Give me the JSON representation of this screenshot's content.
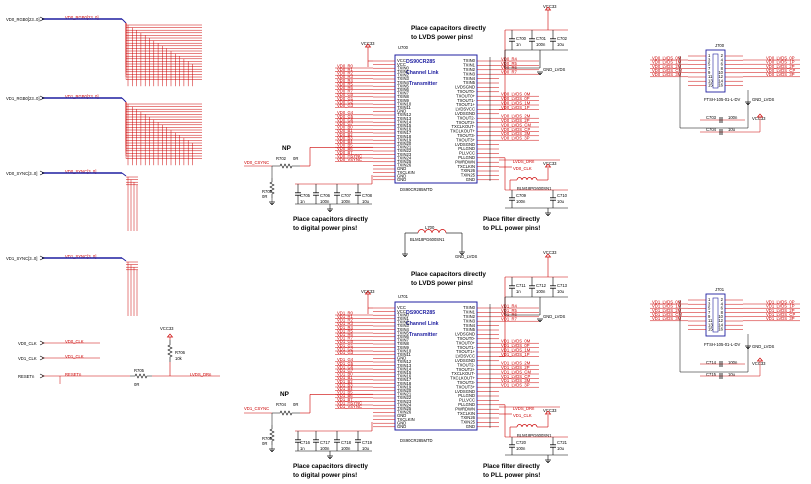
{
  "colors": {
    "wire": "#cc0000",
    "bus": "#1f1fa0",
    "chip_outline": "#1f1fa0",
    "power": "#cc0000",
    "text": "#000000"
  },
  "left_buses": [
    {
      "port": "VD0_RGB0[23..0]",
      "net": "VD0_RGB0[23..0]"
    },
    {
      "port": "VD1_RGB0[23..0]",
      "net": "VD1_RGB0[23..0]"
    },
    {
      "port": "VD0_SYNC[3..0]",
      "net": "VD0_SYNC[3..0]"
    },
    {
      "port": "VD1_SYNC[3..0]",
      "net": "VD1_SYNC[3..0]"
    }
  ],
  "control": {
    "clk0_port": "VD0_CLK",
    "clk0_net": "VD0_CLK",
    "clk1_port": "VD1_CLK",
    "clk1_net": "VD1_CLK",
    "reset_port": "RESETn",
    "reset_net": "RESETn",
    "reset_res": "R705",
    "reset_res_val": "0R",
    "pullup_res": "R706",
    "pullup_res_val": "10k",
    "pullup_supply": "VCC33",
    "out_net": "LVDS_DRn"
  },
  "transmitters": [
    {
      "ref": "U700",
      "title": "DS90CR285",
      "sub1": "Channel Link",
      "sub2": "Transmitter",
      "part": "DS90CR285MTD",
      "vcc_label": "VCC33",
      "note_lvds": [
        "Place capacitors directly",
        "to LVDS power pins!"
      ],
      "note_digital": [
        "Place capacitors directly",
        "to digital power pins!"
      ],
      "note_pll": [
        "Place filter directly",
        "to PLL power pins!"
      ],
      "np": "NP",
      "np_res": "R702",
      "np_res_val": "0R",
      "np_net": "VD0_CSYNC",
      "pd_res": "R703",
      "pd_res_val": "0R",
      "gnd_lvds": "GND_LVDS",
      "vcc_lvds": "VCC33",
      "ferrite": "BLM18PG600SN1",
      "caps_top": [
        {
          "ref": "C700",
          "val": "1n"
        },
        {
          "ref": "C701",
          "val": "100n"
        },
        {
          "ref": "C702",
          "val": "10u"
        }
      ],
      "caps_bot": [
        {
          "ref": "C705",
          "val": "1n"
        },
        {
          "ref": "C706",
          "val": "100n"
        },
        {
          "ref": "C707",
          "val": "100n"
        },
        {
          "ref": "C708",
          "val": "10u"
        }
      ],
      "caps_pll": [
        {
          "ref": "C709",
          "val": "100n"
        },
        {
          "ref": "C710",
          "val": "10u"
        }
      ],
      "left_nets": [
        "VD0_R0",
        "VD0_R1",
        "VD0_R2",
        "VD0_R3",
        "VD0_R4",
        "VD0_R5",
        "VD0_R6",
        "VD0_R7",
        "VD0_G0",
        "VD0_G1",
        "VD0_G2",
        "VD0_G3",
        "VD0_G4",
        "VD0_G5",
        "VD0_G6",
        "VD0_G7",
        "VD0_B0",
        "VD0_B1",
        "VD0_B2",
        "VD0_B3",
        "VD0_B4",
        "VD0_B5",
        "VD0_B6",
        "VD0_B7",
        "VD0_HSYNC",
        "VD0_VSYNC"
      ],
      "left_pins": [
        "VCC",
        "VCC",
        "TXIN0",
        "TXIN1",
        "TXIN2",
        "TXIN3",
        "TXIN4",
        "TXIN5",
        "TXIN6",
        "TXIN7",
        "TXIN8",
        "TXIN9",
        "TXIN10",
        "TXIN11",
        "GND",
        "TXIN12",
        "TXIN13",
        "TXIN14",
        "TXIN15",
        "TXIN16",
        "TXIN17",
        "TXIN18",
        "TXIN19",
        "TXIN20",
        "TXIN21",
        "TXIN22",
        "TXIN23",
        "TXIN24",
        "TXIN25",
        "TXIN26",
        "GND",
        "TXCLKIN",
        "GND",
        "GND"
      ],
      "right_pins": [
        "TXIN0",
        "TXIN1",
        "TXIN2",
        "TXIN3",
        "TXIN4",
        "TXIN5",
        "LVDSGND",
        "TXOUT0-",
        "TXOUT0+",
        "TXOUT1-",
        "TXOUT1+",
        "LVDSVCC",
        "LVDSGND",
        "TXOUT2-",
        "TXOUT2+",
        "TXCLKOUT-",
        "TXCLKOUT+",
        "TXOUT3-",
        "TXOUT3+",
        "LVDSGND",
        "PLLGND",
        "PLLVCC",
        "PLLGND",
        "PWRDWN",
        "TXCLKIN",
        "TXIN26",
        "TXIN25",
        "GND"
      ],
      "right_nets": [
        "VD0_R4",
        "VD0_R5",
        "VD0_R6",
        "VD0_R7",
        "",
        "VD0_LVDS_0M",
        "VD0_LVDS_0P",
        "VD0_LVDS_1M",
        "VD0_LVDS_1P",
        "",
        "VD0_LVDS_2M",
        "VD0_LVDS_2P",
        "VD0_LVDS_CM",
        "VD0_LVDS_CP",
        "VD0_LVDS_3M",
        "VD0_LVDS_3P"
      ],
      "pll_net": "LVDS_DRn",
      "pll_clk_net": "VD0_CLK"
    },
    {
      "ref": "U701",
      "title": "DS90CR285",
      "sub1": "Channel Link",
      "sub2": "Transmitter",
      "part": "DS90CR285MTD",
      "vcc_label": "VCC33",
      "note_lvds": [
        "Place capacitors directly",
        "to LVDS power pins!"
      ],
      "note_digital": [
        "Place capacitors directly",
        "to digital power pins!"
      ],
      "note_pll": [
        "Place filter directly",
        "to PLL power pins!"
      ],
      "np": "NP",
      "np_res": "R704",
      "np_res_val": "0R",
      "np_net": "VD1_CSYNC",
      "pd_res": "R705",
      "pd_res_val": "0R",
      "gnd_lvds": "GND_LVDS",
      "vcc_lvds": "VCC33",
      "ferrite": "BLM18PG600SN1",
      "caps_top": [
        {
          "ref": "C711",
          "val": "1n"
        },
        {
          "ref": "C712",
          "val": "100n"
        },
        {
          "ref": "C713",
          "val": "10u"
        }
      ],
      "caps_bot": [
        {
          "ref": "C716",
          "val": "1n"
        },
        {
          "ref": "C717",
          "val": "100n"
        },
        {
          "ref": "C718",
          "val": "100n"
        },
        {
          "ref": "C719",
          "val": "10u"
        }
      ],
      "caps_pll": [
        {
          "ref": "C720",
          "val": "100n"
        },
        {
          "ref": "C721",
          "val": "10u"
        }
      ],
      "left_nets": [
        "VD1_R0",
        "VD1_R1",
        "VD1_R2",
        "VD1_R3",
        "VD1_R4",
        "VD1_R5",
        "VD1_R6",
        "VD1_R7",
        "VD1_G0",
        "VD1_G1",
        "VD1_G2",
        "VD1_G3",
        "VD1_G4",
        "VD1_G5",
        "VD1_G6",
        "VD1_G7",
        "VD1_B0",
        "VD1_B1",
        "VD1_B2",
        "VD1_B3",
        "VD1_B4",
        "VD1_B5",
        "VD1_B6",
        "VD1_B7",
        "VD1_HSYNC",
        "VD1_VSYNC"
      ],
      "left_pins": [
        "VCC",
        "VCC",
        "TXIN0",
        "TXIN1",
        "TXIN2",
        "TXIN3",
        "TXIN4",
        "TXIN5",
        "TXIN6",
        "TXIN7",
        "TXIN8",
        "TXIN9",
        "TXIN10",
        "TXIN11",
        "GND",
        "TXIN12",
        "TXIN13",
        "TXIN14",
        "TXIN15",
        "TXIN16",
        "TXIN17",
        "TXIN18",
        "TXIN19",
        "TXIN20",
        "TXIN21",
        "TXIN22",
        "TXIN23",
        "TXIN24",
        "TXIN25",
        "TXIN26",
        "GND",
        "TXCLKIN",
        "GND",
        "GND"
      ],
      "right_pins": [
        "TXIN0",
        "TXIN1",
        "TXIN2",
        "TXIN3",
        "TXIN4",
        "TXIN5",
        "LVDSGND",
        "TXOUT0-",
        "TXOUT0+",
        "TXOUT1-",
        "TXOUT1+",
        "LVDSVCC",
        "LVDSGND",
        "TXOUT2-",
        "TXOUT2+",
        "TXCLKOUT-",
        "TXCLKOUT+",
        "TXOUT3-",
        "TXOUT3+",
        "LVDSGND",
        "PLLGND",
        "PLLVCC",
        "PLLGND",
        "PWRDWN",
        "TXCLKIN",
        "TXIN26",
        "TXIN25",
        "GND"
      ],
      "right_nets": [
        "VD1_R4",
        "VD1_R5",
        "VD1_R6",
        "VD1_R7",
        "",
        "VD1_LVDS_0M",
        "VD1_LVDS_0P",
        "VD1_LVDS_1M",
        "VD1_LVDS_1P",
        "",
        "VD1_LVDS_2M",
        "VD1_LVDS_2P",
        "VD1_LVDS_CM",
        "VD1_LVDS_CP",
        "VD1_LVDS_3M",
        "VD1_LVDS_3P"
      ],
      "pll_net": "LVDS_DRn",
      "pll_clk_net": "VD1_CLK"
    }
  ],
  "middle_ferrite": {
    "ref": "L700",
    "val": "BLM18PG600SN1",
    "gnd": "GND_LVDS"
  },
  "connectors": [
    {
      "ref": "J700",
      "part": "FTSH-105-01-L-DV",
      "left_nets": [
        "VD0_LVDS_0M",
        "VD0_LVDS_1M",
        "VD0_LVDS_2M",
        "VD0_LVDS_CM",
        "VD0_LVDS_3M"
      ],
      "right_nets": [
        "VD0_LVDS_0P",
        "VD0_LVDS_1P",
        "VD0_LVDS_2P",
        "VD0_LVDS_CP",
        "VD0_LVDS_3P"
      ],
      "gnd": "GND_LVDS",
      "vcc": "VCC33",
      "caps": [
        {
          "ref": "C703",
          "val": "100n"
        },
        {
          "ref": "C704",
          "val": "10u"
        }
      ]
    },
    {
      "ref": "J701",
      "part": "FTSH-105-01-L-DV",
      "left_nets": [
        "VD1_LVDS_0M",
        "VD1_LVDS_1M",
        "VD1_LVDS_2M",
        "VD1_LVDS_CM",
        "VD1_LVDS_3M"
      ],
      "right_nets": [
        "VD1_LVDS_0P",
        "VD1_LVDS_1P",
        "VD1_LVDS_2P",
        "VD1_LVDS_CP",
        "VD1_LVDS_3P"
      ],
      "gnd": "GND_LVDS",
      "vcc": "VCC33",
      "caps": [
        {
          "ref": "C714",
          "val": "100n"
        },
        {
          "ref": "C715",
          "val": "10u"
        }
      ]
    }
  ]
}
